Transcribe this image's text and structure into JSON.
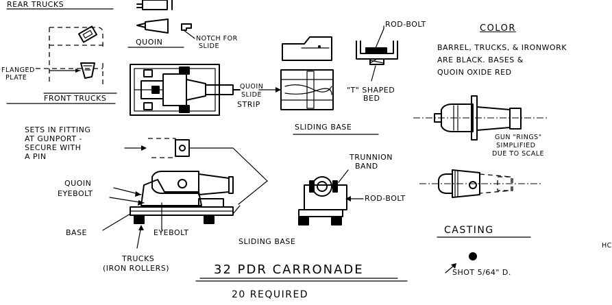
{
  "labels": {
    "rear_trucks": "REAR TRUCKS",
    "quoin": "QUOIN",
    "notch_line1": "NOTCH FOR",
    "notch_line2": "SLIDE",
    "flanged_line1": "FLANGED",
    "flanged_line2": "PLATE",
    "front_trucks": "FRONT TRUCKS",
    "quoin_slide_line1": "QUOIN",
    "quoin_slide_line2": "SLIDE",
    "quoin_slide_line3": "STRIP",
    "rod_bolt_top": "ROD-BOLT",
    "t_shaped_line1": "\"T\" SHAPED",
    "t_shaped_line2": "BED",
    "sliding_base_top": "SLIDING BASE",
    "sets_line1": "SETS IN FITTING",
    "sets_line2": "AT GUNPORT -",
    "sets_line3": "SECURE WITH",
    "sets_line4": "A PIN",
    "quoin_lower": "QUOIN",
    "eyebolt_left": "EYEBOLT",
    "base": "BASE",
    "eyebolt_right": "EYEBOLT",
    "trucks_line1": "TRUCKS",
    "trucks_line2": "(IRON ROLLERS)",
    "sliding_base_bottom": "SLIDING BASE",
    "trunnion_line1": "TRUNNION",
    "trunnion_line2": "BAND",
    "rod_bolt_side": "ROD-BOLT",
    "color_title": "COLOR",
    "color_line1": "BARREL, TRUCKS, & IRONWORK",
    "color_line2": "ARE BLACK. BASES &",
    "color_line3": "QUOIN OXIDE RED",
    "gun_rings_line1": "GUN \"RINGS\"",
    "gun_rings_line2": "SIMPLIFIED",
    "gun_rings_line3": "DUE TO SCALE",
    "casting": "CASTING",
    "shot": "SHOT 5/64\" D.",
    "title": "32 PDR CARRONADE",
    "required": "20 REQUIRED",
    "cutoff_edge": "HC"
  }
}
